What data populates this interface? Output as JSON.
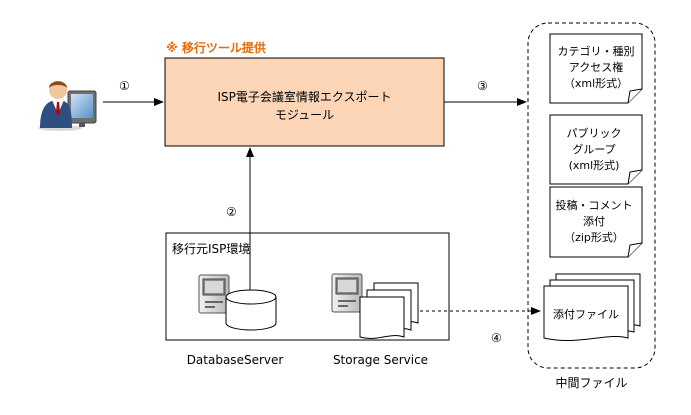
{
  "tool_note": "※ 移行ツール提供",
  "module": {
    "line1": "ISP電子会議室情報エクスポート",
    "line2": "モジュール"
  },
  "steps": {
    "s1": "①",
    "s2": "②",
    "s3": "③",
    "s4": "④"
  },
  "source_env": {
    "title": "移行元ISP環境",
    "database_label": "DatabaseServer",
    "storage_label": "Storage Service"
  },
  "intermediate": {
    "title": "中間ファイル",
    "doc1": {
      "line1": "カテゴリ・種別",
      "line2": "アクセス権",
      "line3": "（xml形式）"
    },
    "doc2": {
      "line1": "パブリック",
      "line2": "グループ",
      "line3": "(xml形式)"
    },
    "doc3": {
      "line1": "投稿・コメント",
      "line2": "添付",
      "line3": "（zip形式）"
    },
    "doc4": {
      "line1": "添付ファイル"
    }
  },
  "colors": {
    "module_fill": "#fbd5b5",
    "note_orange": "#e46c0a",
    "line": "#000000",
    "container_dash": "#000000"
  },
  "icons": {
    "user": "user-at-computer-icon",
    "server_db": "server-computer-icon",
    "database": "database-cylinder-icon",
    "server_storage": "server-computer-icon",
    "documents": "document-stack-icon"
  }
}
